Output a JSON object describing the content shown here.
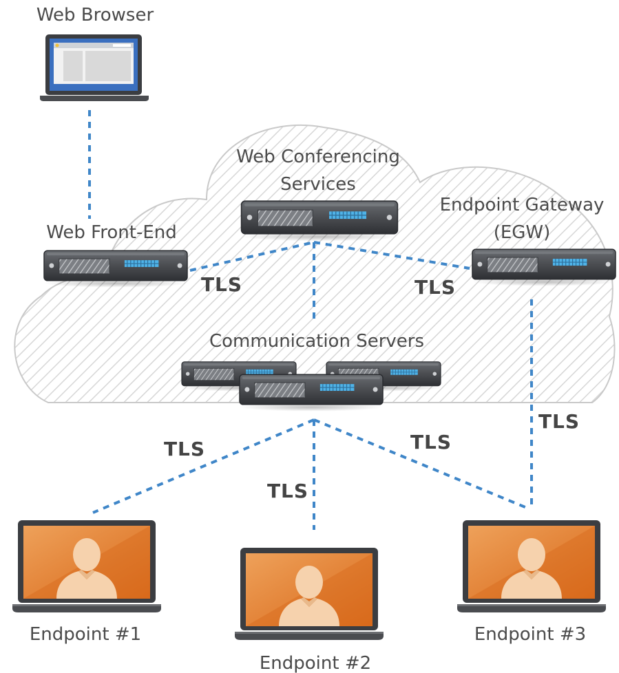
{
  "colors": {
    "link": "#3f86c8",
    "cloud_stroke": "#c9c9c9",
    "cloud_hatch": "#d6d6d6",
    "server_body": "#4b4d51",
    "server_accent": "#4fb3e8",
    "laptop_screen_orange": "#e07a25",
    "laptop_screen_blue": "#3a6fbf",
    "text": "#4a4a4a"
  },
  "nodes": {
    "web_browser": {
      "label": "Web Browser",
      "icon": "laptop-browser-icon"
    },
    "web_front_end": {
      "label": "Web Front-End",
      "icon": "server-icon"
    },
    "web_conferencing": {
      "label_line1": "Web Conferencing",
      "label_line2": "Services",
      "icon": "server-icon"
    },
    "endpoint_gateway": {
      "label_line1": "Endpoint Gateway",
      "label_line2": "(EGW)",
      "icon": "server-icon"
    },
    "communication_servers": {
      "label": "Communication Servers",
      "icon": "server-stack-icon"
    },
    "endpoint_1": {
      "label": "Endpoint #1",
      "icon": "laptop-user-icon"
    },
    "endpoint_2": {
      "label": "Endpoint #2",
      "icon": "laptop-user-icon"
    },
    "endpoint_3": {
      "label": "Endpoint #3",
      "icon": "laptop-user-icon"
    }
  },
  "links": {
    "front_end_to_conferencing": {
      "label": "TLS"
    },
    "conferencing_to_gateway": {
      "label": "TLS"
    },
    "comm_to_endpoint_1": {
      "label": "TLS"
    },
    "comm_to_endpoint_2": {
      "label": "TLS"
    },
    "comm_to_endpoint_3": {
      "label": "TLS"
    },
    "gateway_to_endpoint_3": {
      "label": "TLS"
    }
  }
}
